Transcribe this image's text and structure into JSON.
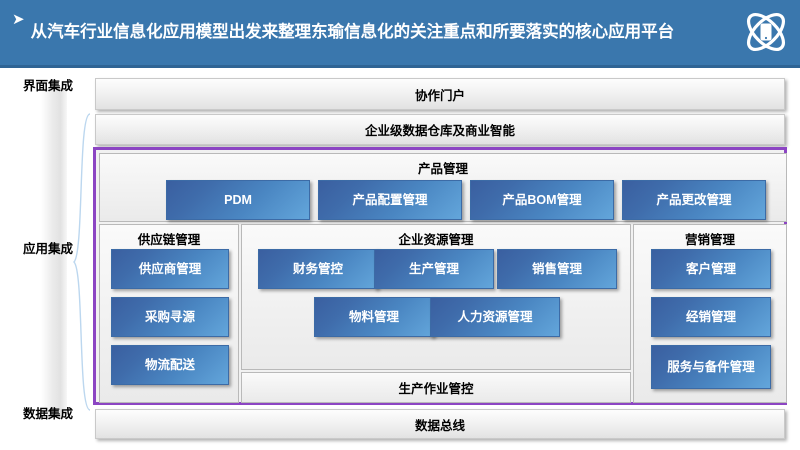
{
  "header": {
    "bullet": "➤",
    "title": "从汽车行业信息化应用模型出发来整理东瑜信息化的关注重点和所要落实的核心应用平台",
    "logo_name": "atom-mobile-logo",
    "bg_color": "#3a77ad"
  },
  "side_labels": [
    {
      "text": "界面集成"
    },
    {
      "text": "应用集成"
    },
    {
      "text": "数据集成"
    }
  ],
  "top_bars": [
    {
      "label": "协作门户"
    },
    {
      "label": "企业级数据仓库及商业智能"
    }
  ],
  "application_layer": {
    "border_color": "#8c45c3",
    "product_management": {
      "title": "产品管理",
      "tiles": [
        {
          "label": "PDM"
        },
        {
          "label": "产品配置管理"
        },
        {
          "label": "产品BOM管理"
        },
        {
          "label": "产品更改管理"
        }
      ]
    },
    "supply_chain": {
      "title": "供应链管理",
      "tiles": [
        {
          "label": "供应商管理"
        },
        {
          "label": "采购寻源"
        },
        {
          "label": "物流配送"
        }
      ]
    },
    "enterprise_resource": {
      "title": "企业资源管理",
      "tiles": [
        {
          "label": "财务管控"
        },
        {
          "label": "生产管理"
        },
        {
          "label": "销售管理"
        },
        {
          "label": "物料管理"
        },
        {
          "label": "人力资源管理"
        }
      ]
    },
    "manufacturing_execution": {
      "title": "生产作业管控"
    },
    "marketing": {
      "title": "营销管理",
      "tiles": [
        {
          "label": "客户管理"
        },
        {
          "label": "经销管理"
        },
        {
          "label": "服务与备件管理"
        }
      ]
    }
  },
  "bottom_bar": {
    "label": "数据总线"
  },
  "colors": {
    "header_blue": "#3a77ad",
    "purple_border": "#8c45c3",
    "tile_blue_dark": "#3a5fa0",
    "tile_blue_light": "#63a6db",
    "panel_gray": "#f1f1f1"
  }
}
